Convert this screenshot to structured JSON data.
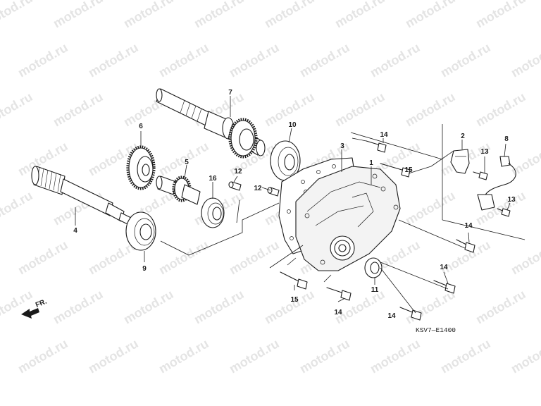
{
  "watermark": {
    "text": "motod.ru"
  },
  "front_indicator": {
    "label": "FR."
  },
  "diagram_code": "KSV7—E1400",
  "callouts": {
    "c1": "1",
    "c2": "2",
    "c3": "3",
    "c4": "4",
    "c5": "5",
    "c6": "6",
    "c7": "7",
    "c8": "8",
    "c9": "9",
    "c10": "10",
    "c11": "11",
    "c12a": "12",
    "c12b": "12",
    "c13a": "13",
    "c13b": "13",
    "c14a": "14",
    "c14b": "14",
    "c14c": "14",
    "c14d": "14",
    "c14e": "14",
    "c15a": "15",
    "c15b": "15",
    "c16": "16"
  },
  "colors": {
    "ink": "#1a1a1a",
    "watermark": "#e4e4e4",
    "background": "#ffffff"
  }
}
